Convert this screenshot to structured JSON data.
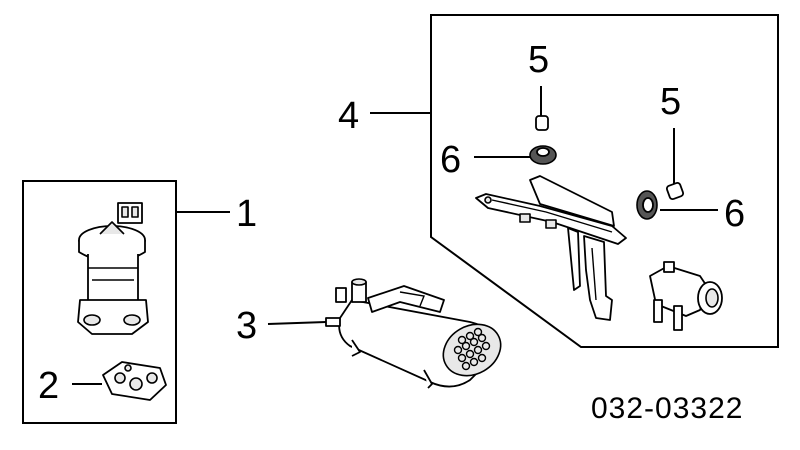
{
  "callouts": {
    "egr_valve": "1",
    "gasket": "2",
    "canister": "3",
    "bracket_assembly": "4",
    "grommet_collar_top": "5",
    "grommet_collar_right": "5",
    "grommet_left": "6",
    "grommet_right": "6"
  },
  "diagram_code": "032-03322",
  "colors": {
    "line": "#000000",
    "background": "#ffffff"
  }
}
